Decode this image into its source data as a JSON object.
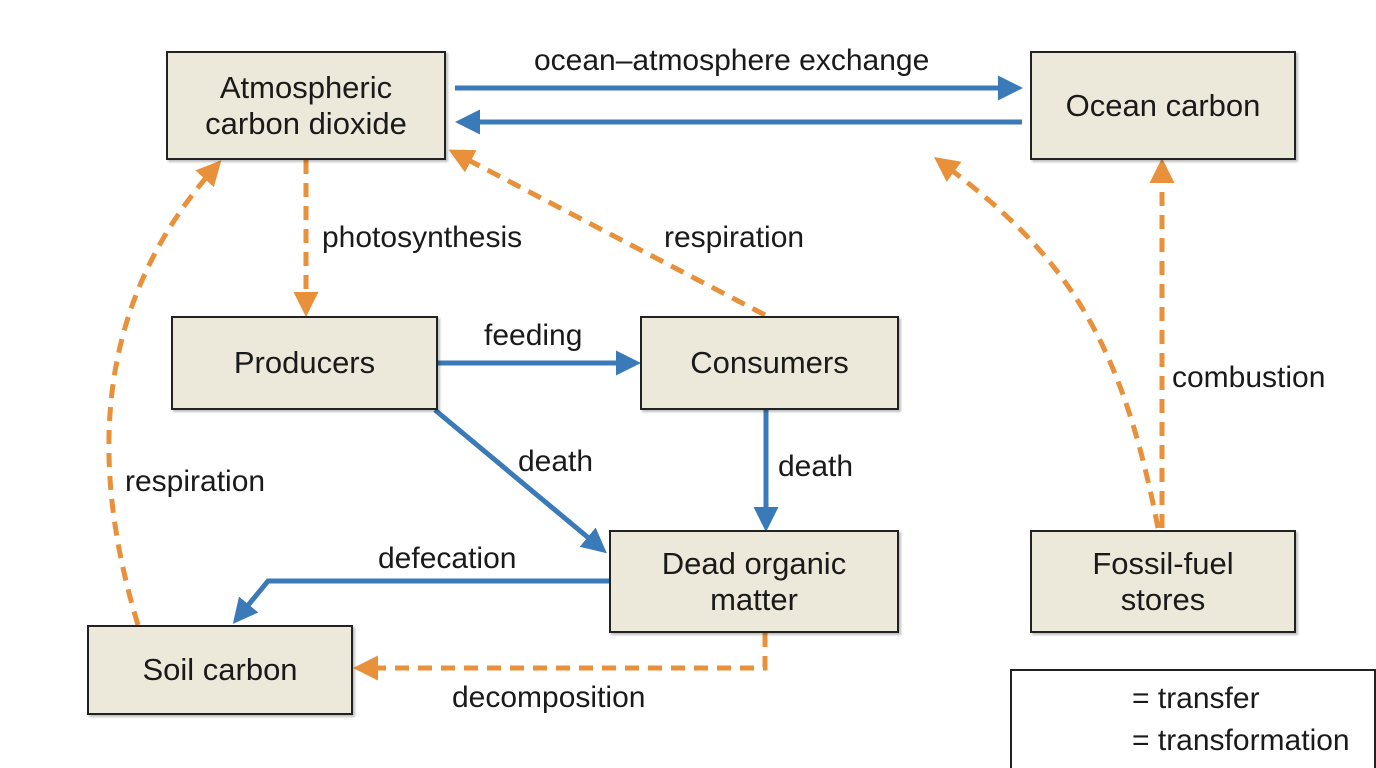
{
  "colors": {
    "transfer": "#3b7ab8",
    "transformation": "#e8903a",
    "node_fill": "#ece8da",
    "node_border": "#222222"
  },
  "nodes": {
    "atmosphere": [
      "Atmospheric",
      "carbon dioxide"
    ],
    "ocean": [
      "Ocean carbon"
    ],
    "producers": [
      "Producers"
    ],
    "consumers": [
      "Consumers"
    ],
    "dead_organic": [
      "Dead organic",
      "matter"
    ],
    "fossil": [
      "Fossil-fuel",
      "stores"
    ],
    "soil": [
      "Soil carbon"
    ]
  },
  "edges": {
    "ocean_exchange": "ocean–atmosphere exchange",
    "photosynthesis": "photosynthesis",
    "respiration_consumers": "respiration",
    "feeding": "feeding",
    "death_producers": "death",
    "death_consumers": "death",
    "combustion": "combustion",
    "respiration_soil": "respiration",
    "defecation": "defecation",
    "decomposition": "decomposition"
  },
  "legend": {
    "transfer": "= transfer",
    "transformation": "= transformation"
  }
}
